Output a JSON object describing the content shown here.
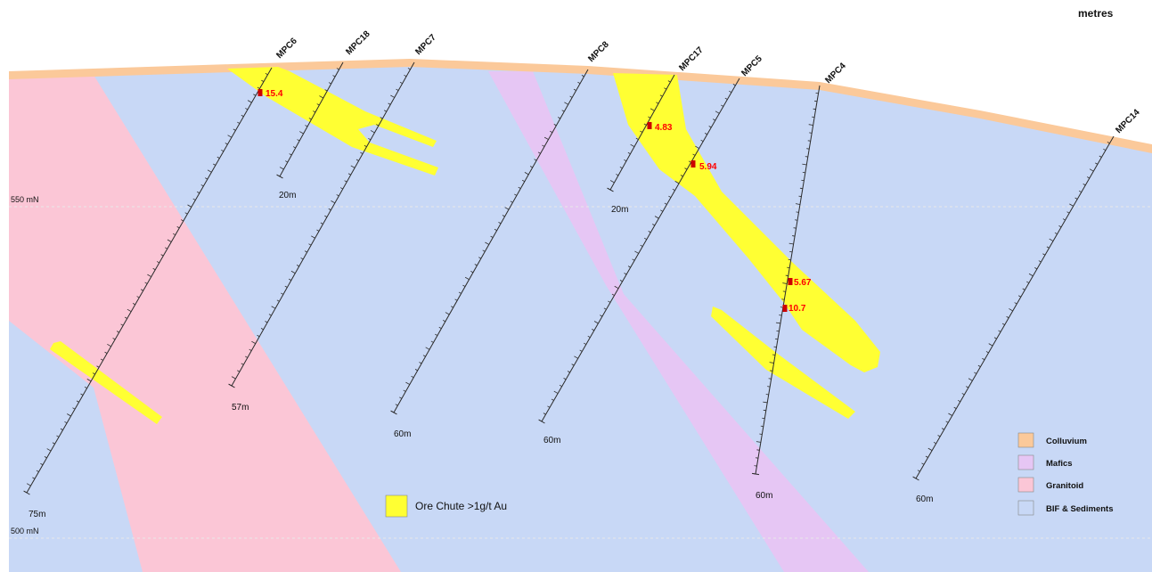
{
  "header": {
    "units_label": "metres"
  },
  "gridlines": [
    {
      "label": "550 mN"
    },
    {
      "label": "500 mN"
    }
  ],
  "drillholes": [
    {
      "id": "MPC6",
      "depth_label": "75m"
    },
    {
      "id": "MPC18",
      "depth_label": "20m"
    },
    {
      "id": "MPC7",
      "depth_label": "57m"
    },
    {
      "id": "MPC8",
      "depth_label": "60m"
    },
    {
      "id": "MPC17",
      "depth_label": "20m"
    },
    {
      "id": "MPC5",
      "depth_label": "60m"
    },
    {
      "id": "MPC4",
      "depth_label": "60m"
    },
    {
      "id": "MPC14",
      "depth_label": "60m"
    }
  ],
  "assays": [
    {
      "hole": "MPC6",
      "value": "15.4"
    },
    {
      "hole": "MPC17",
      "value": "4.83"
    },
    {
      "hole": "MPC5",
      "value": "5.94"
    },
    {
      "hole": "MPC4",
      "value": "5.67"
    },
    {
      "hole": "MPC4",
      "value": "10.7"
    }
  ],
  "ore_legend": {
    "label": "Ore Chute >1g/t Au",
    "color": "#ffff33"
  },
  "legend": [
    {
      "label": "Colluvium",
      "color": "#fbc99a"
    },
    {
      "label": "Mafics",
      "color": "#e6c6f4"
    },
    {
      "label": "Granitoid",
      "color": "#fbc6d6"
    },
    {
      "label": "BIF & Sediments",
      "color": "#c8d8f6"
    }
  ]
}
